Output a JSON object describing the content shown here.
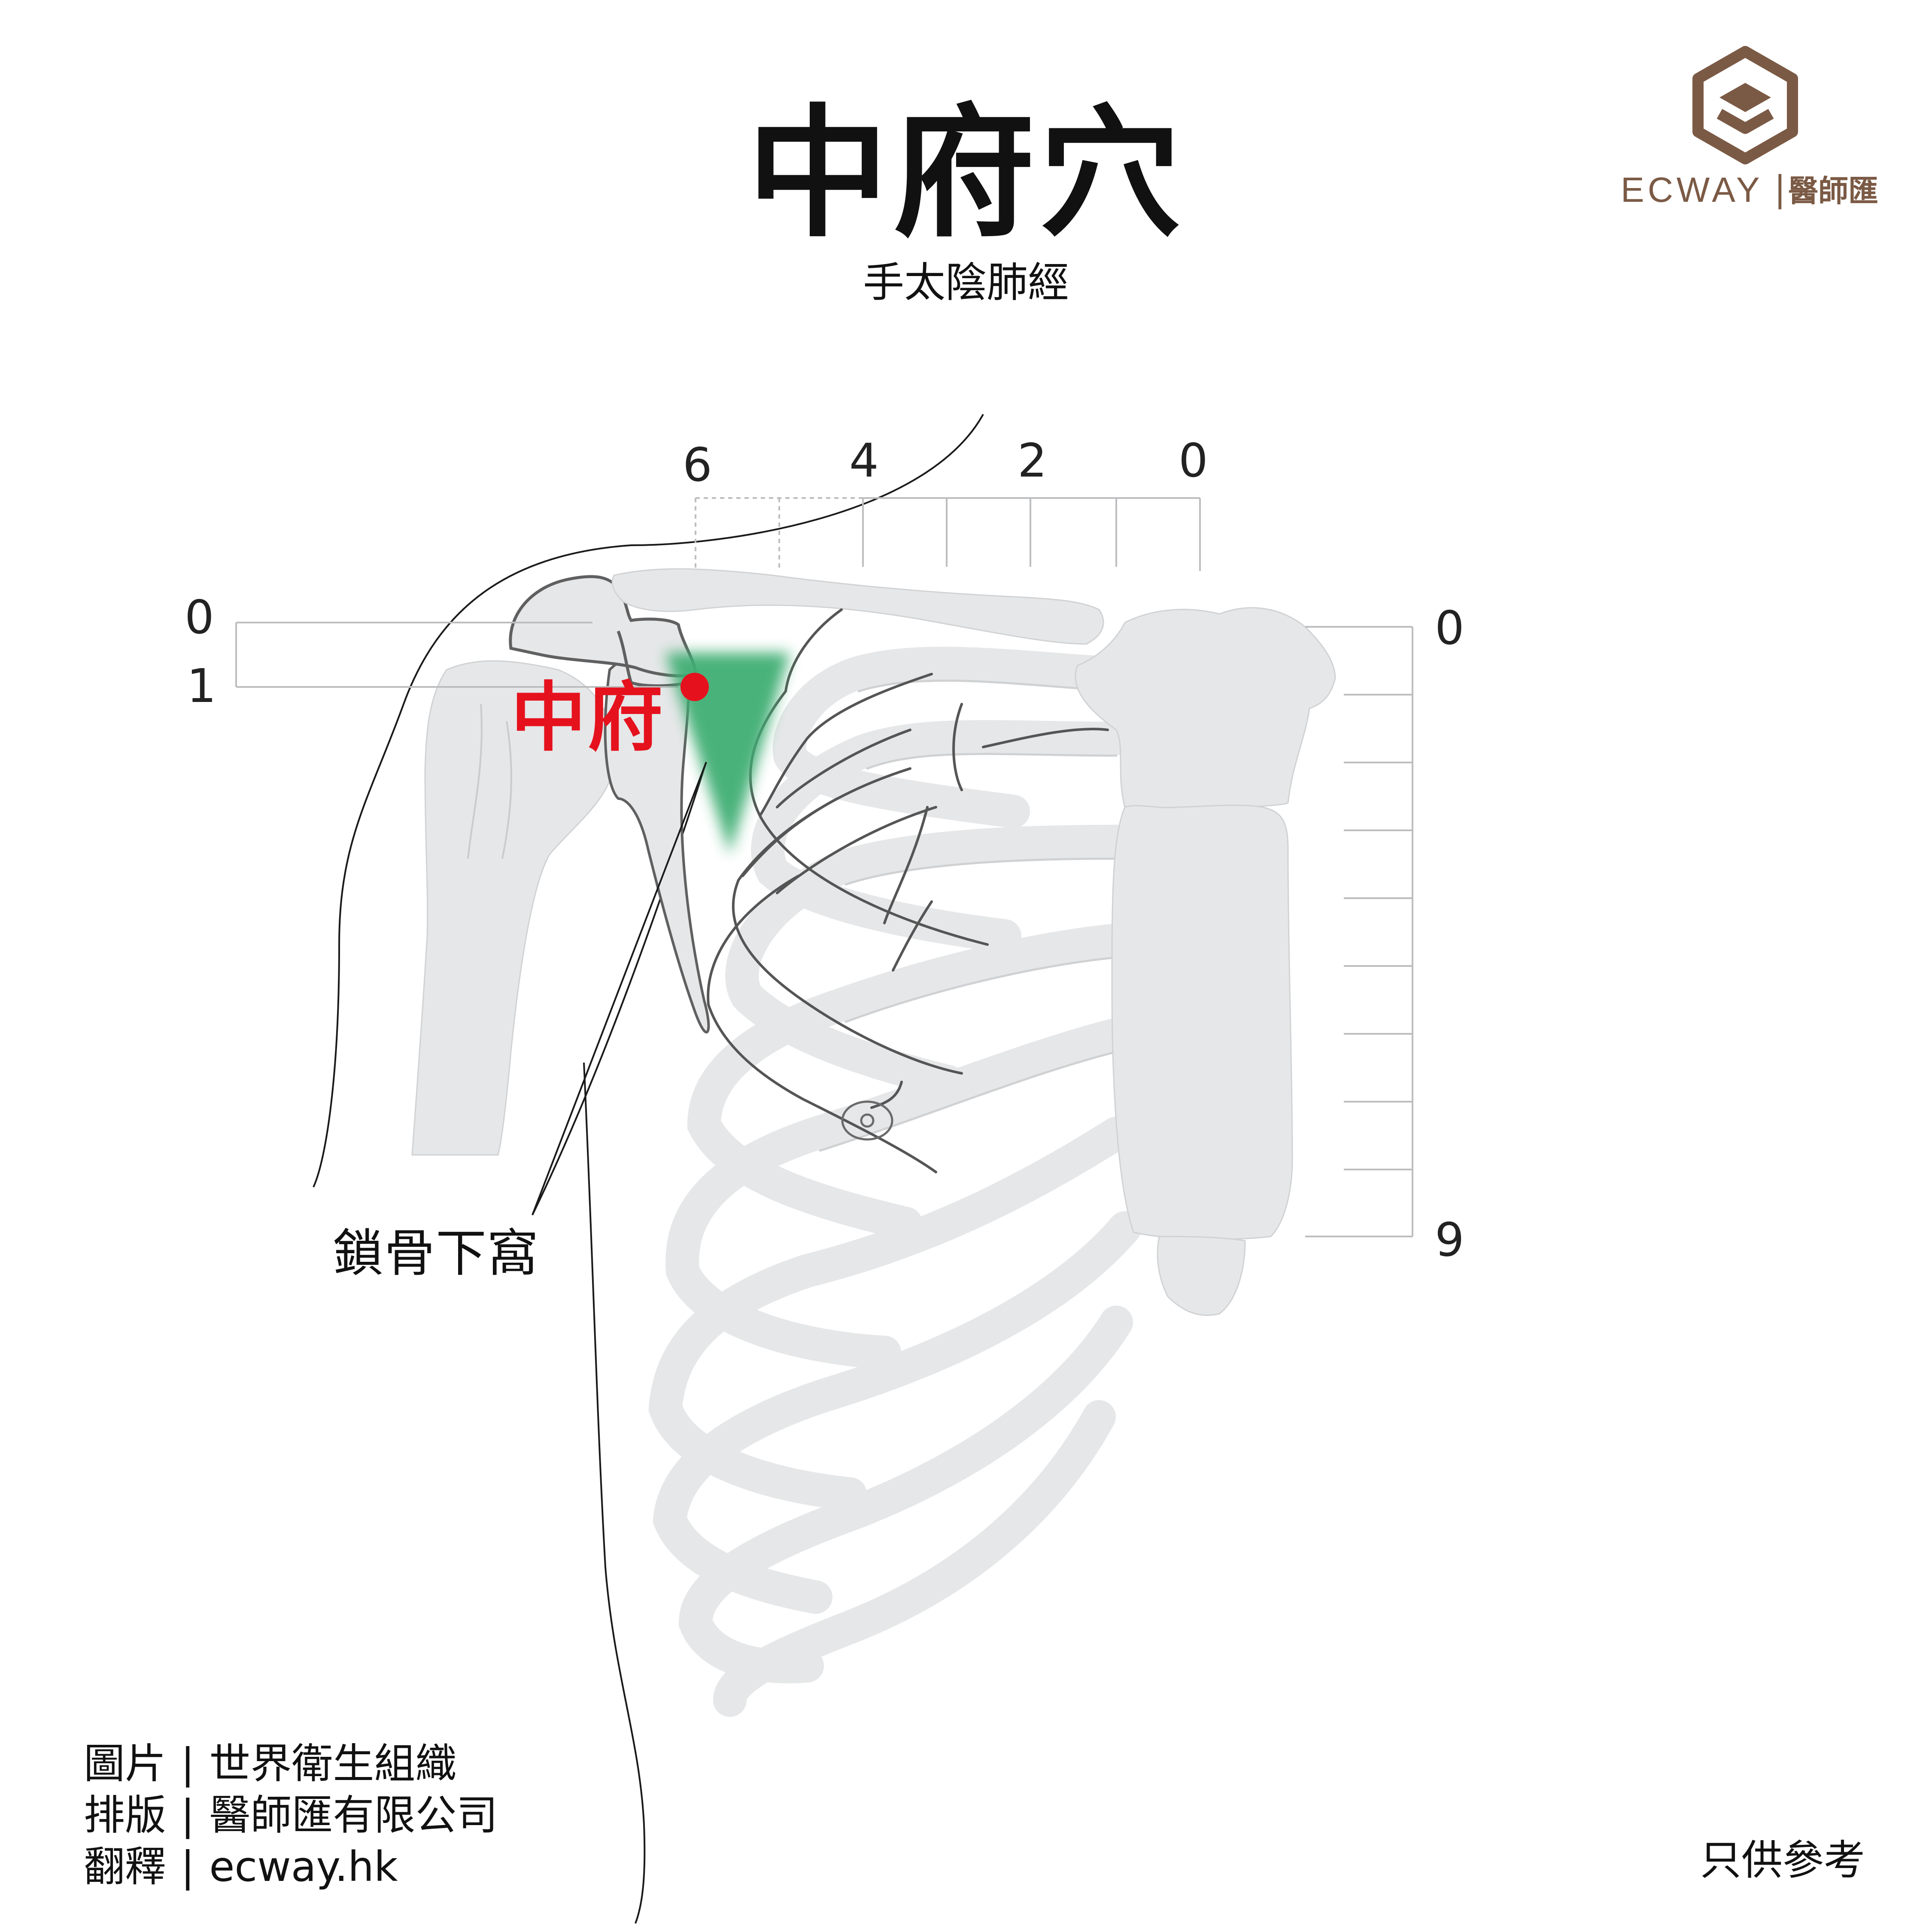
{
  "header": {
    "title": "中府穴",
    "subtitle": "手太陰肺經"
  },
  "brand": {
    "wordmark": "ECWAY",
    "separator": "|",
    "name": "醫師匯",
    "color": "#7b5a45"
  },
  "diagram": {
    "acupoint_label": "中府",
    "landmark_label": "鎖骨下窩",
    "horizontal_ruler_labels": [
      "6",
      "4",
      "2",
      "0"
    ],
    "left_ruler_labels": [
      "0",
      "1"
    ],
    "vertical_ruler_labels": [
      "0",
      "9"
    ],
    "point_color": "#e5121e",
    "region_color": "#3fae73",
    "bone_color": "#e6e7e8",
    "outline_color": "#5b5b5b"
  },
  "credits": [
    {
      "label": "圖片",
      "value": "世界衛生組織"
    },
    {
      "label": "排版",
      "value": "醫師匯有限公司"
    },
    {
      "label": "翻釋",
      "value": "ecway.hk"
    }
  ],
  "credit_separator": "|",
  "note": "只供參考"
}
